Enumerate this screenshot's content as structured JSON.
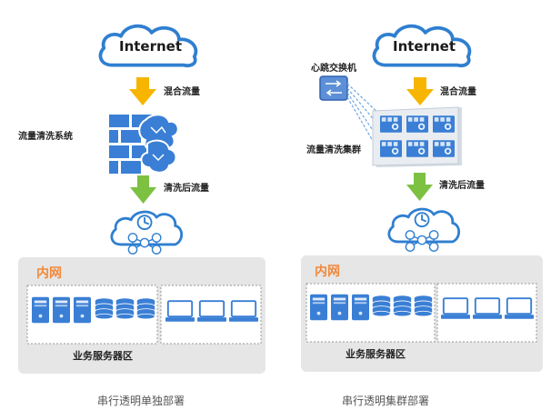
{
  "colors": {
    "cloud_stroke": "#2f7fd0",
    "arrow_yellow": "#f7b500",
    "arrow_green": "#7cc142",
    "device_blue": "#3a7fd5",
    "panel_grey": "#e6e6e6",
    "inner_title": "#f08a3c"
  },
  "left": {
    "cloud": "Internet",
    "mixed_flow": "混合流量",
    "cleaning_system": "流量清洗系统",
    "clean_flow": "清洗后流量",
    "inner_net": "内网",
    "server_zone": "业务服务器区",
    "caption": "串行透明单独部署"
  },
  "right": {
    "cloud": "Internet",
    "switch": "心跳交换机",
    "mixed_flow": "混合流量",
    "cluster": "流量清洗集群",
    "clean_flow": "清洗后流量",
    "inner_net": "内网",
    "server_zone": "业务服务器区",
    "caption": "串行透明集群部署"
  }
}
